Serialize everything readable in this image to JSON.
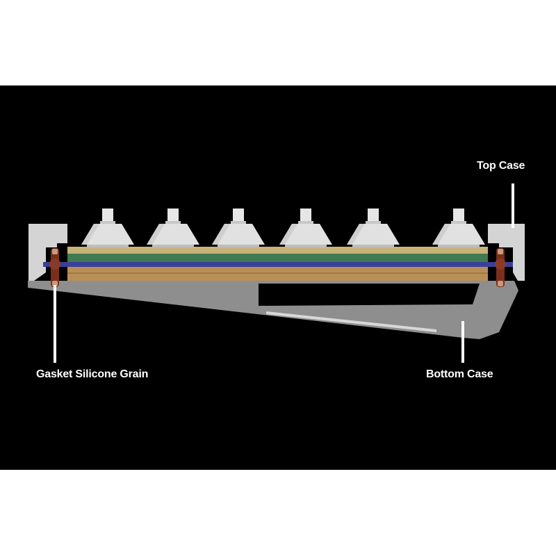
{
  "labels": {
    "top_case": "Top Case",
    "gasket": "Gasket Silicone Grain",
    "bottom_case": "Bottom Case"
  },
  "colors": {
    "background": "#000000",
    "outer": "#ffffff",
    "case": "#d4d4d4",
    "bottom_case": "#8e8e8e",
    "pcb_yellow": "#c7b377",
    "pcb_green": "#3f7a52",
    "plate_blue": "#3a3f99",
    "foam_tan": "#b98e57",
    "gasket": "#7a2e1c",
    "switch": "#e1e1e1",
    "callout_line": "#ffffff"
  },
  "switch_count": 6
}
